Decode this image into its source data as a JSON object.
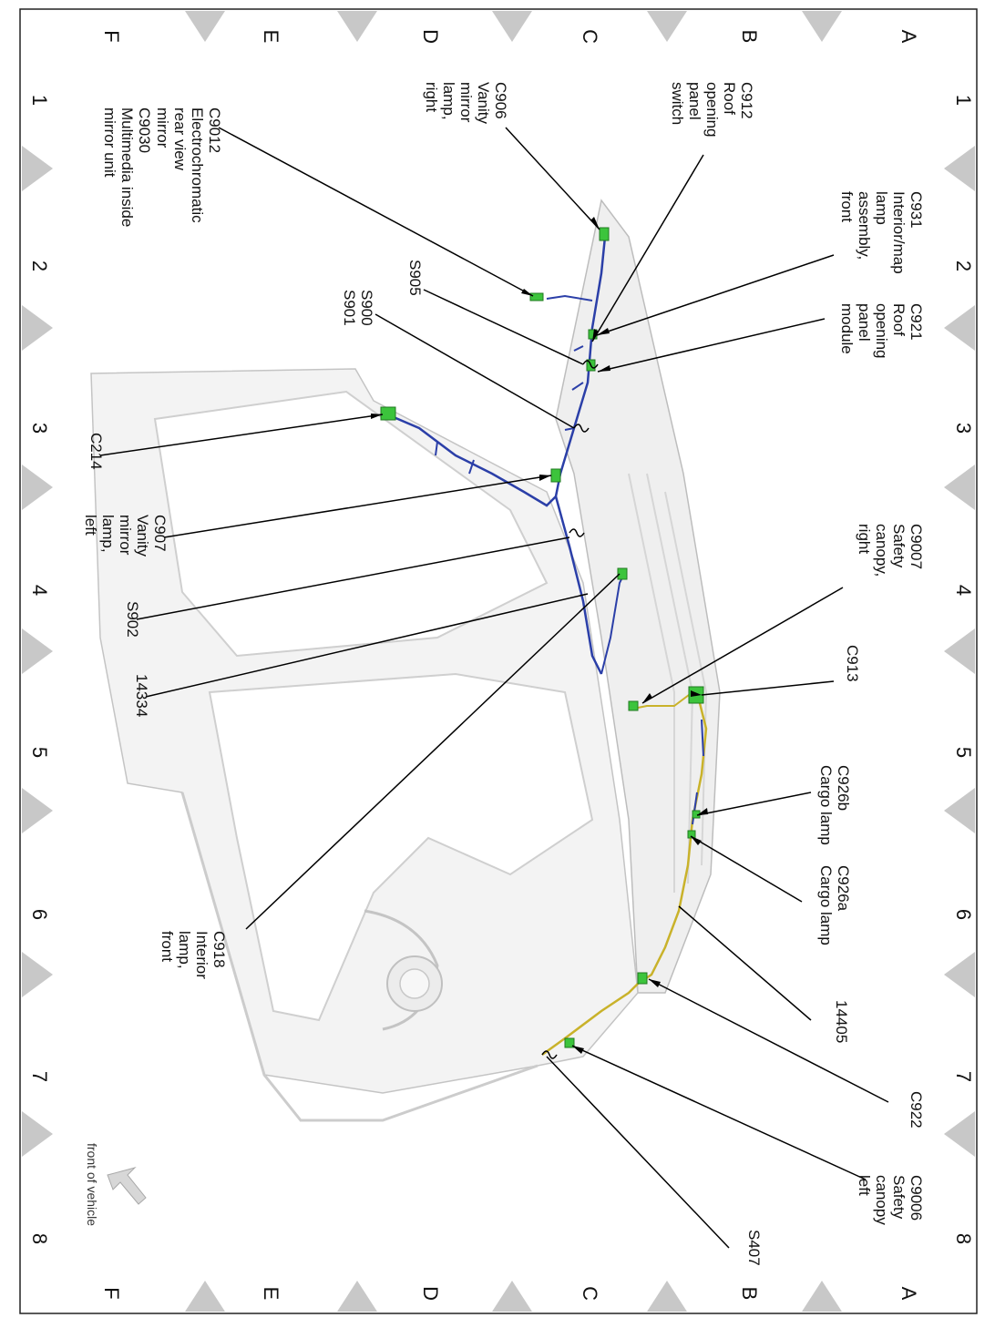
{
  "grid": {
    "rows": [
      "A",
      "B",
      "C",
      "D",
      "E",
      "F"
    ],
    "cols": [
      "1",
      "2",
      "3",
      "4",
      "5",
      "6",
      "7",
      "8"
    ]
  },
  "front_indicator": "front of vehicle",
  "callouts": {
    "c912": [
      "C912",
      "Roof",
      "opening",
      "panel",
      "switch"
    ],
    "c906": [
      "C906",
      "Vanity",
      "mirror",
      "lamp,",
      "right"
    ],
    "c9012": [
      "C9012",
      "Electrochromatic",
      "rear view",
      "mirror"
    ],
    "c9030": [
      "C9030",
      "Multimedia inside",
      "mirror unit"
    ],
    "c931": [
      "C931",
      "Interior/map",
      "lamp",
      "assembly,",
      "front"
    ],
    "c921": [
      "C921",
      "Roof",
      "opening",
      "panel",
      "module"
    ],
    "s905": [
      "S905"
    ],
    "s900": [
      "S900",
      "S901"
    ],
    "c214": [
      "C214"
    ],
    "c907": [
      "C907",
      "Vanity",
      "mirror",
      "lamp,",
      "left"
    ],
    "s902": [
      "S902"
    ],
    "w14334": [
      "14334"
    ],
    "c9007": [
      "C9007",
      "Safety",
      "canopy,",
      "right"
    ],
    "c913": [
      "C913"
    ],
    "c926b": [
      "C926b",
      "Cargo lamp"
    ],
    "c926a": [
      "C926a",
      "Cargo lamp"
    ],
    "w14405": [
      "14405"
    ],
    "c918": [
      "C918",
      "Interior",
      "lamp,",
      "front"
    ],
    "c922": [
      "C922"
    ],
    "c9006": [
      "C9006",
      "Safety",
      "canopy",
      "left"
    ],
    "s407": [
      "S407"
    ]
  },
  "colors": {
    "harness_blue": "#2b3fa8",
    "harness_yellow": "#c9b22a",
    "connector_green": "#3cc43c",
    "body_gray": "#d8d8d8",
    "border_marker": "#c8c8c8"
  }
}
